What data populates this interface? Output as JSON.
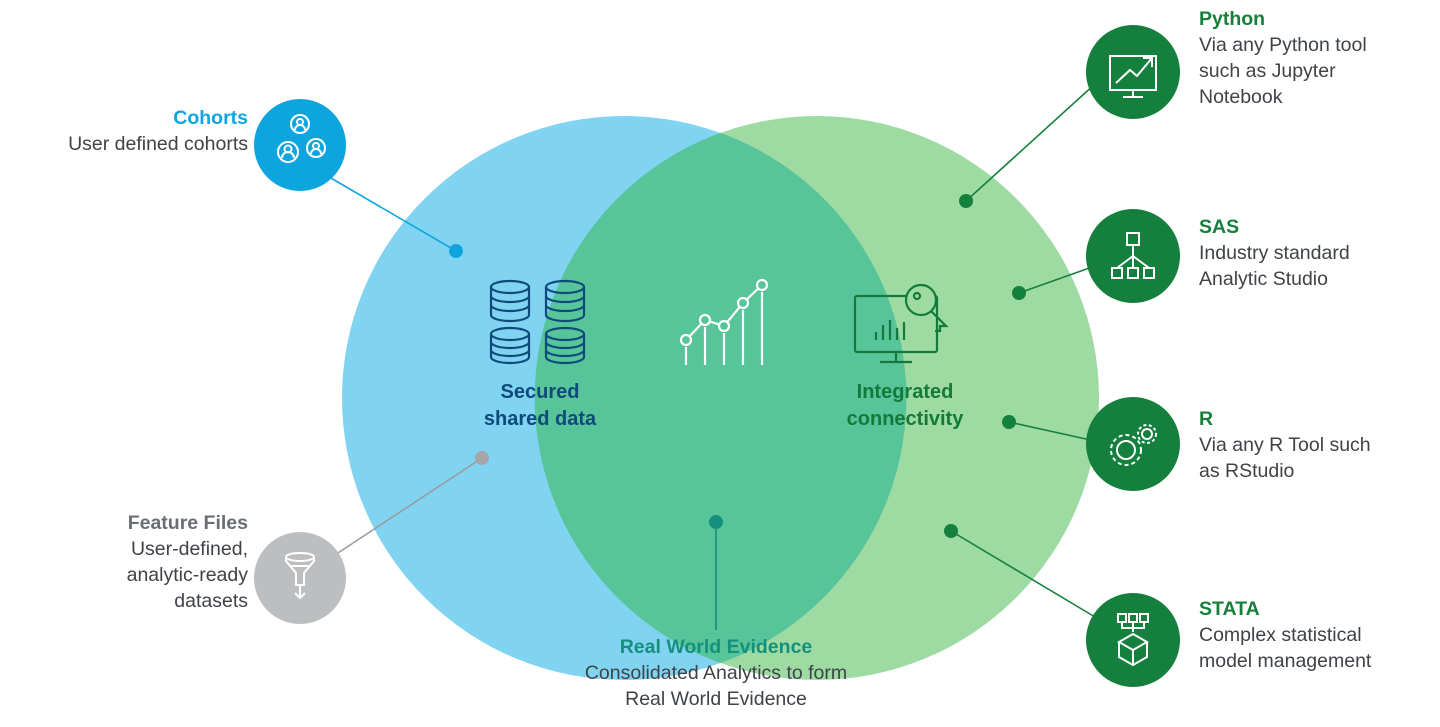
{
  "circles": {
    "left": {
      "title": "Secured\nshared data",
      "color": "#80d4f1",
      "icon": "database-stack-icon"
    },
    "center": {
      "icon": "trend-chart-icon",
      "color": "#58c49a"
    },
    "right": {
      "title": "Integrated\nconnectivity",
      "color": "#9ddba3",
      "icon": "monitor-key-icon"
    }
  },
  "callouts": {
    "cohorts": {
      "title": "Cohorts",
      "desc": "User defined cohorts",
      "icon": "users-group-icon",
      "color": "#0ea5df"
    },
    "feature_files": {
      "title": "Feature Files",
      "desc": "User-defined,\nanalytic-ready\ndatasets",
      "icon": "funnel-filter-icon",
      "color": "#bcbec0"
    },
    "real_world": {
      "title": "Real World Evidence",
      "desc": "Consolidated Analytics to form\nReal World Evidence",
      "color": "#15907c"
    },
    "python": {
      "title": "Python",
      "desc": "Via any Python tool\nsuch as Jupyter\nNotebook",
      "icon": "monitor-trend-icon",
      "color": "#15803d"
    },
    "sas": {
      "title": "SAS",
      "desc": "Industry standard\nAnalytic Studio",
      "icon": "hierarchy-icon",
      "color": "#15803d"
    },
    "r": {
      "title": "R",
      "desc": "Via any R Tool such\nas RStudio",
      "icon": "gears-icon",
      "color": "#15803d"
    },
    "stata": {
      "title": "STATA",
      "desc": "Complex statistical\nmodel management",
      "icon": "model-box-icon",
      "color": "#15803d"
    }
  }
}
